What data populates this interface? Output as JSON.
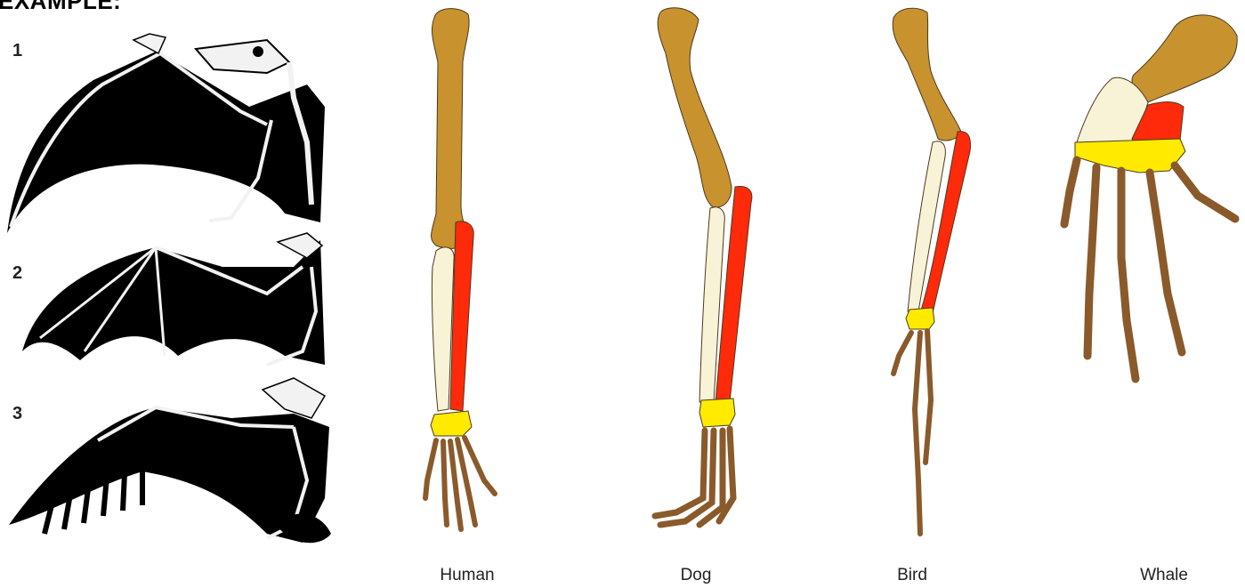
{
  "heading": "EXAMPLE:",
  "wing_numbers": [
    "1",
    "2",
    "3"
  ],
  "limbs": [
    "Human",
    "Dog",
    "Bird",
    "Whale"
  ],
  "bone_colors": {
    "humerus": "#c8922e",
    "ulna": "#f8f3d6",
    "radius": "#ff2a0a",
    "carpals": "#ffea00",
    "phalanges": "#8a5a2b",
    "outline": "#4a3a20",
    "wing_membrane": "#000000",
    "wing_bone": "#f2f2f2"
  }
}
